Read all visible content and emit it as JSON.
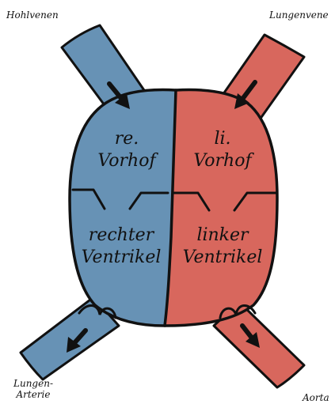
{
  "colors": {
    "venous": "#6792b5",
    "arterial": "#d8675d",
    "outline": "#111111"
  },
  "labels": {
    "top_left": "Hohlvenen",
    "top_right": "Lungenvene",
    "bottom_left_line1": "Lungen-",
    "bottom_left_line2": "Arterie",
    "bottom_right": "Aorta"
  },
  "chambers": {
    "right_atrium": {
      "line1": "re.",
      "line2": "Vorhof"
    },
    "left_atrium": {
      "line1": "li.",
      "line2": "Vorhof"
    },
    "right_ventricle": {
      "line1": "rechter",
      "line2": "Ventrikel"
    },
    "left_ventricle": {
      "line1": "linker",
      "line2": "Ventrikel"
    }
  }
}
